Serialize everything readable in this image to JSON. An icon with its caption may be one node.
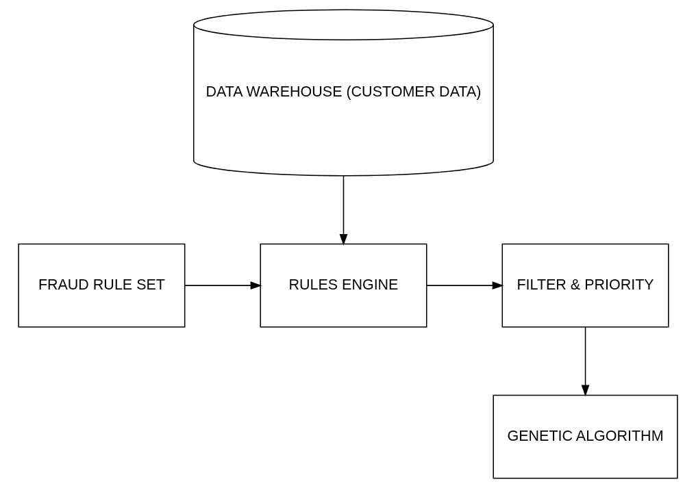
{
  "diagram": {
    "nodes": [
      {
        "text": [
          "DATA WAREHOUSE (CUSTOMER DATA)"
        ]
      },
      {
        "text": [
          "FRAUD RULE SET"
        ]
      },
      {
        "text": [
          "RULES ENGINE"
        ]
      },
      {
        "text": [
          "FILTER & PRIORITY"
        ]
      },
      {
        "text": [
          "GENETIC ALGORITHM"
        ]
      }
    ],
    "edges": [
      {
        "from": 0,
        "to": 2,
        "arrow": "to"
      },
      {
        "from": 1,
        "to": 2,
        "arrow": "to"
      },
      {
        "from": 2,
        "to": 3,
        "arrow": "to"
      },
      {
        "from": 3,
        "to": 4,
        "arrow": "to"
      }
    ]
  }
}
